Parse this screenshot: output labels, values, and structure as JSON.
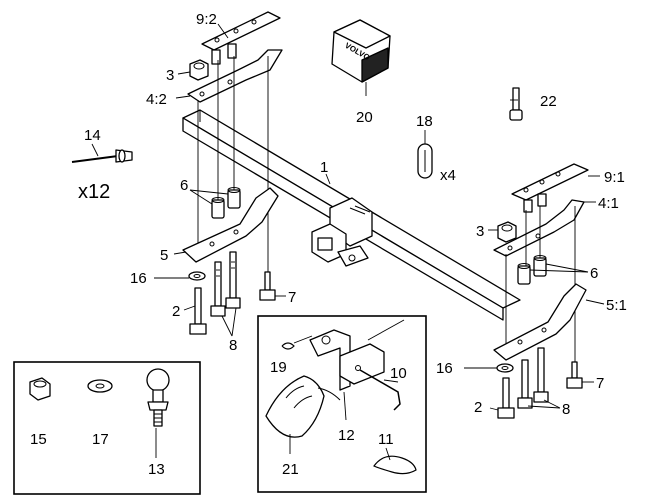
{
  "parts": {
    "p1": "1",
    "p2a": "2",
    "p2b": "2",
    "p3a": "3",
    "p3b": "3",
    "p4_1": "4:1",
    "p4_2": "4:2",
    "p5": "5",
    "p5_1": "5:1",
    "p6a": "6",
    "p6b": "6",
    "p7a": "7",
    "p7b": "7",
    "p8a": "8",
    "p8b": "8",
    "p9_1": "9:1",
    "p9_2": "9:2",
    "p10": "10",
    "p11": "11",
    "p12": "12",
    "p13": "13",
    "p14": "14",
    "p15": "15",
    "p16a": "16",
    "p16b": "16",
    "p17": "17",
    "p18": "18",
    "p19": "19",
    "p20": "20",
    "p21": "21",
    "p22": "22"
  },
  "quantities": {
    "rivets": "x12",
    "clips": "x4"
  },
  "logo_text": "VOLVO"
}
